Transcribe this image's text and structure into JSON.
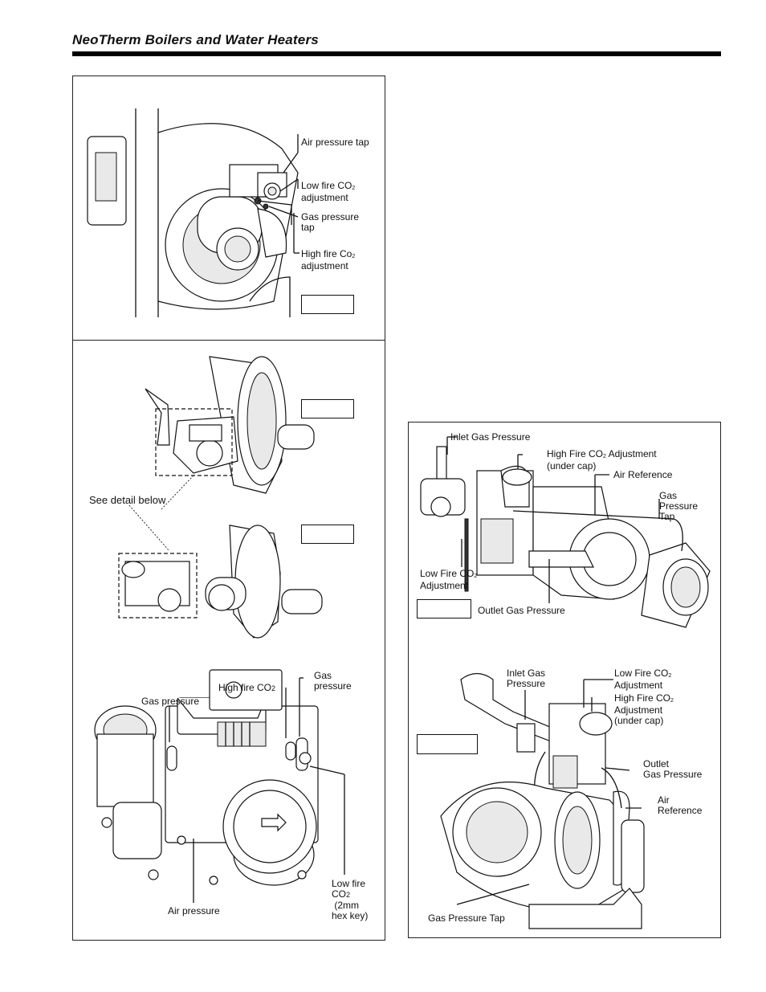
{
  "header": {
    "title": "NeoTherm Boilers and Water Heaters"
  },
  "fig_top": {
    "labels": {
      "air_pressure_tap": "Air pressure tap",
      "low_fire_adjust_a": "Low fire CO",
      "low_fire_adjust_b": "adjustment",
      "gas_pressure_tap": "Gas pressure tap",
      "high_fire_adjust_a": "High fire Co",
      "high_fire_adjust_b": "adjustment"
    }
  },
  "fig_left_mid": {
    "see_detail": "See detail below"
  },
  "fig_left_bottom": {
    "labels": {
      "gas_pressure_left": "Gas pressure",
      "high_fire": "High fire CO",
      "gas_pressure_right_a": "Gas",
      "gas_pressure_right_b": "pressure",
      "air_pressure": "Air pressure",
      "low_fire_a": "Low fire",
      "low_fire_b": "CO",
      "low_fire_c": "(2mm",
      "low_fire_d": "hex key)"
    }
  },
  "fig_right_top": {
    "labels": {
      "inlet_gas": "Inlet Gas Pressure",
      "high_fire_a": "High Fire CO",
      "high_fire_b": " Adjustment",
      "high_fire_c": "(under cap)",
      "air_reference": "Air Reference",
      "gas_tap_a": "Gas",
      "gas_tap_b": "Pressure",
      "gas_tap_c": "Tap",
      "low_fire_a": "Low Fire CO",
      "low_fire_b": "Adjustment",
      "outlet_gas": "Outlet Gas Pressure"
    }
  },
  "fig_right_bottom": {
    "labels": {
      "inlet_gas_a": "Inlet Gas",
      "inlet_gas_b": "Pressure",
      "low_fire_a": "Low Fire CO",
      "low_fire_b": "Adjustment",
      "high_fire_a": "High Fire CO",
      "high_fire_b": "Adjustment",
      "high_fire_c": "(under cap)",
      "outlet_gas_a": "Outlet",
      "outlet_gas_b": "Gas Pressure",
      "air_ref_a": "Air",
      "air_ref_b": "Reference",
      "gas_pressure_tap": "Gas Pressure Tap"
    }
  },
  "subscripts": {
    "two": "2"
  }
}
